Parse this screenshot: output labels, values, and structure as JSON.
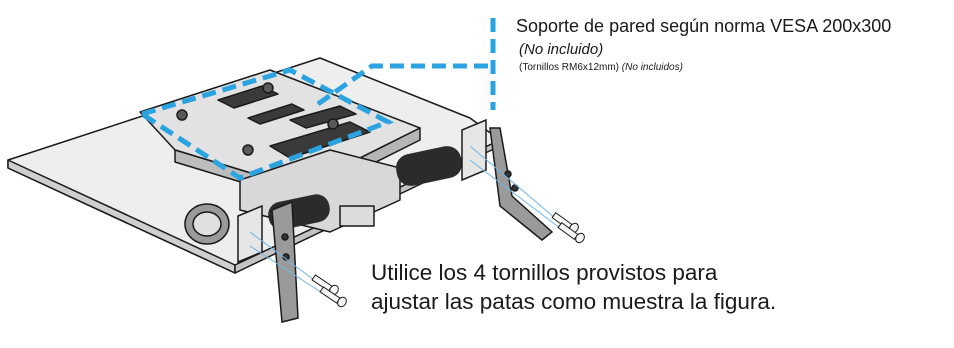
{
  "vesa": {
    "title": "Soporte de pared según norma VESA  200x300",
    "note": "(No incluido)",
    "screws_spec": "(Tornillos RM6x12mm)",
    "screws_note": "(No incluidos)"
  },
  "instruction": "Utilice los 4 tornillos provistos para ajustar las patas como muestra la figura.",
  "colors": {
    "outline": "#1a1a1a",
    "panel_fill": "#e9e9e9",
    "panel_dark": "#bdbdbd",
    "vesa_dash": "#2aa3e0",
    "screw_line": "#6fb6e6"
  },
  "icons": [
    "tv-back-panel",
    "vesa-mount-outline",
    "stand-leg-left",
    "stand-leg-right",
    "mounting-screw"
  ]
}
